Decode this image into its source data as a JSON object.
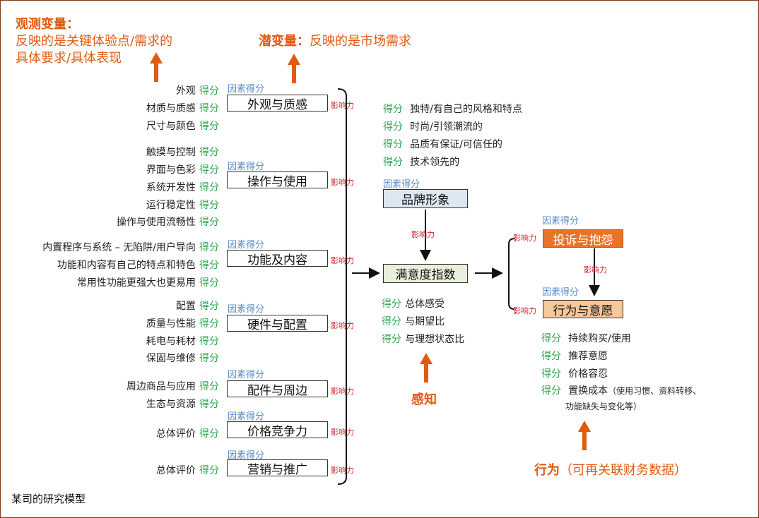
{
  "header": {
    "observed_title": "观测变量：",
    "observed_line1": "反映的是关键体验点/需求的",
    "observed_line2": "具体要求/具体表现",
    "latent_title": "潜变量：",
    "latent_desc": "反映的是市场需求"
  },
  "labels": {
    "score": "得分",
    "factor_score": "因素得分",
    "influence": "影响力"
  },
  "factors": [
    {
      "name": "外观与质感",
      "items": [
        "外观",
        "材质与质感",
        "尺寸与颜色"
      ]
    },
    {
      "name": "操作与使用",
      "items": [
        "触摸与控制",
        "界面与色彩",
        "系统开发性",
        "运行稳定性",
        "操作与使用流畅性"
      ]
    },
    {
      "name": "功能及内容",
      "items": [
        "内置程序与系统 – 无陷阱/用户导向",
        "功能和内容有自己的特点和特色",
        "常用性功能更强大也更易用"
      ]
    },
    {
      "name": "硬件与配置",
      "items": [
        "配置",
        "质量与性能",
        "耗电与耗材",
        "保固与维修"
      ]
    },
    {
      "name": "配件与周边",
      "items": [
        "周边商品与应用",
        "生态与资源"
      ]
    },
    {
      "name": "价格竞争力",
      "items": [
        "总体评价"
      ]
    },
    {
      "name": "营销与推广",
      "items": [
        "总体评价"
      ]
    }
  ],
  "brand": {
    "name": "品牌形象",
    "items": [
      "独特/有自己的风格和特点",
      "时尚/引领潮流的",
      "品质有保证/可信任的",
      "技术领先的"
    ]
  },
  "satisfaction": {
    "name": "满意度指数",
    "items": [
      "总体感受",
      "与期望比",
      "与理想状态比"
    ]
  },
  "perception_label": "感知",
  "complaint": {
    "name": "投诉与抱怨"
  },
  "behavior": {
    "name": "行为与意愿",
    "items": [
      "持续购买/使用",
      "推荐意愿",
      "价格容忍",
      "置换成本"
    ],
    "note1": "（使用习惯、资料转移、",
    "note2": "功能缺失与变化等）"
  },
  "behavior_label": "行为",
  "behavior_note": "（可再关联财务数据）",
  "caption": "某司的研究模型",
  "colors": {
    "accent_orange": "#e05a12",
    "score_green": "#2ea44f",
    "factor_blue": "#5a8ac6",
    "influence_red": "#d0202a"
  }
}
